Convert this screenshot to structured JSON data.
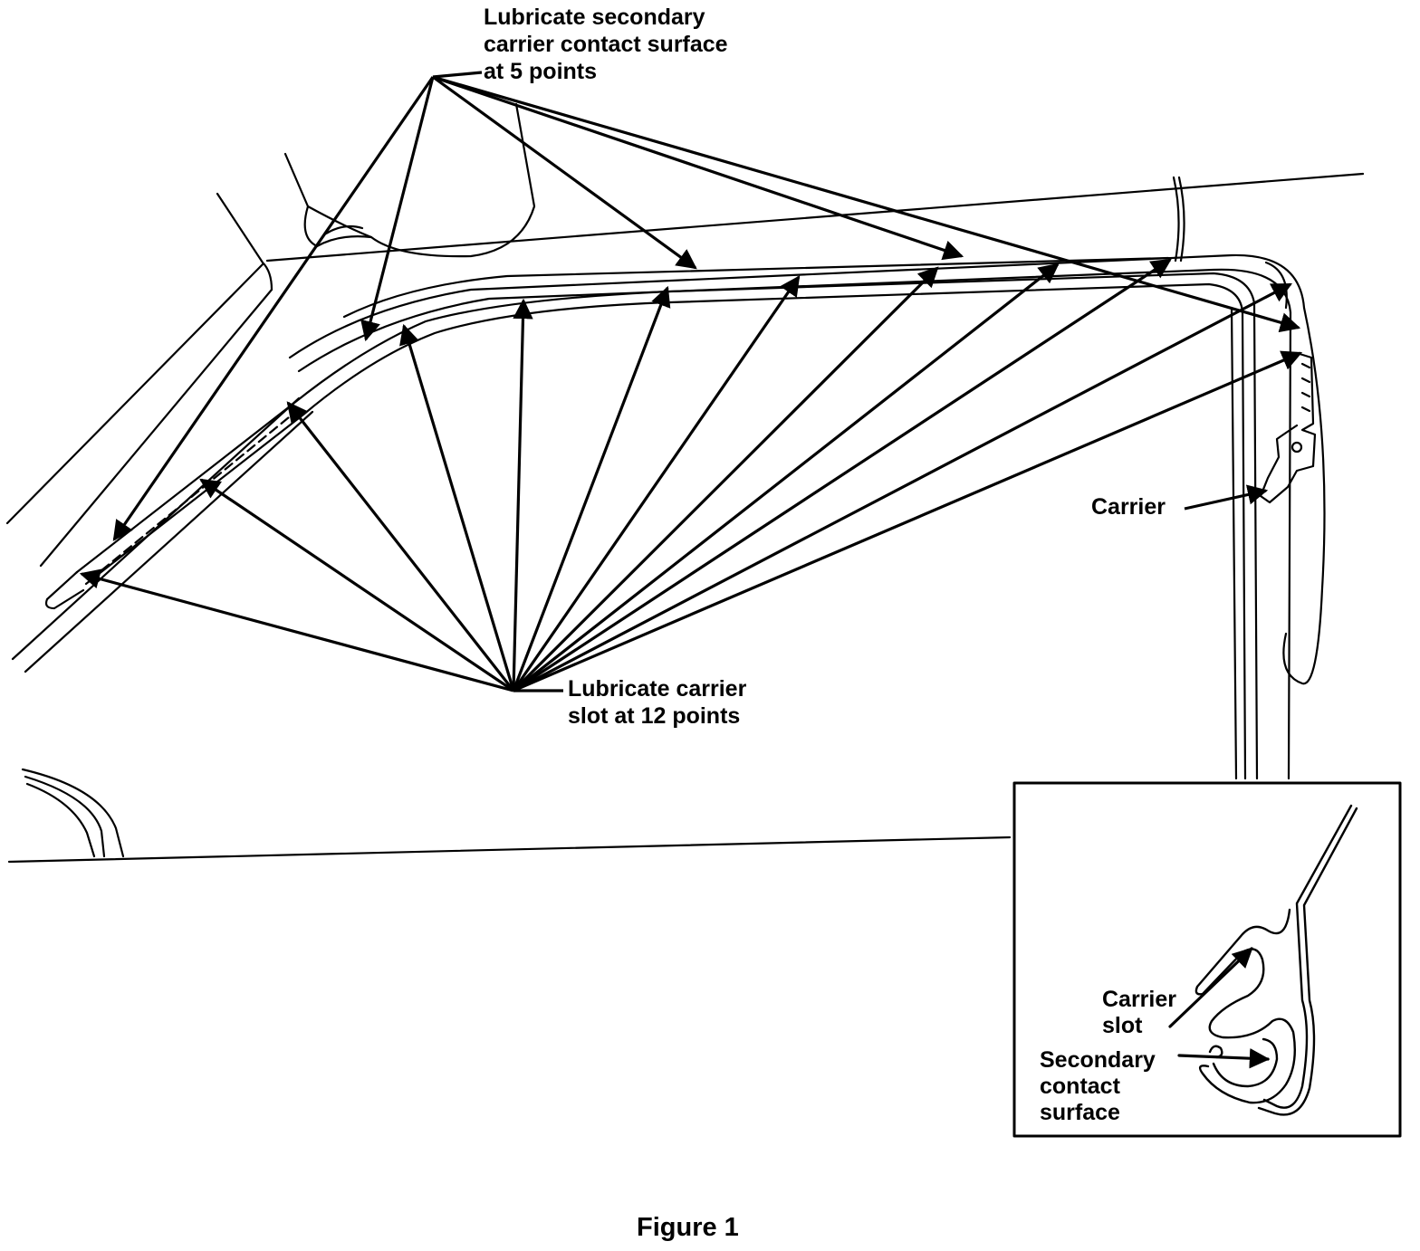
{
  "labels": {
    "secondary_callout": "Lubricate secondary\ncarrier contact surface\nat 5 points",
    "slot_callout": "Lubricate carrier\nslot at 12 points",
    "carrier": "Carrier",
    "inset_carrier_slot": "Carrier\nslot",
    "inset_secondary_contact": "Secondary\ncontact\nsurface"
  },
  "caption": "Figure 1",
  "colors": {
    "ink": "#000000",
    "paper": "#ffffff"
  }
}
